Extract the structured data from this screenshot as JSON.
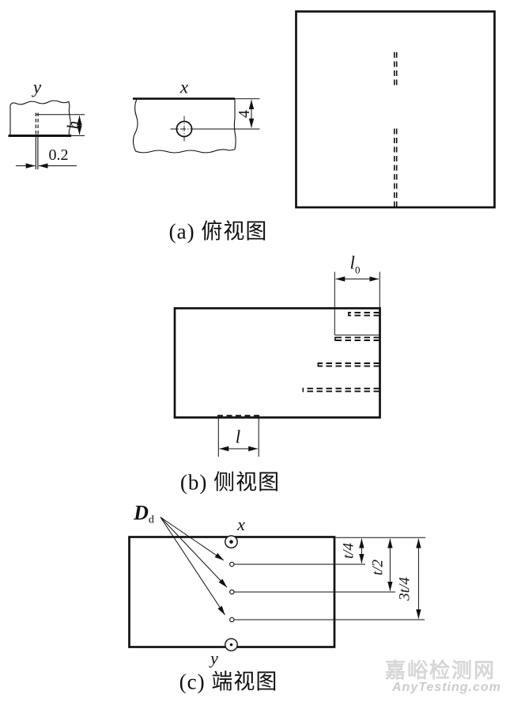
{
  "panel_a": {
    "caption": "(a) 俯视图",
    "y_label": "y",
    "x_label": "x",
    "h_label": "h",
    "slit_width_label": "0.2",
    "offset_label": "4"
  },
  "panel_b": {
    "caption": "(b) 侧视图",
    "l0_main": "l",
    "l0_sub": "0",
    "l_label": "l"
  },
  "panel_c": {
    "caption": "(c) 端视图",
    "d_main": "D",
    "d_sub": "d",
    "x_label": "x",
    "y_label": "y",
    "t4_label": "t/4",
    "t2_label": "t/2",
    "t34_label": "3t/4"
  },
  "watermark": {
    "name": "嘉峪检测网",
    "site": "AnyTesting.com",
    "name_color": "#d7d7d7",
    "site_color": "#cccccc"
  }
}
